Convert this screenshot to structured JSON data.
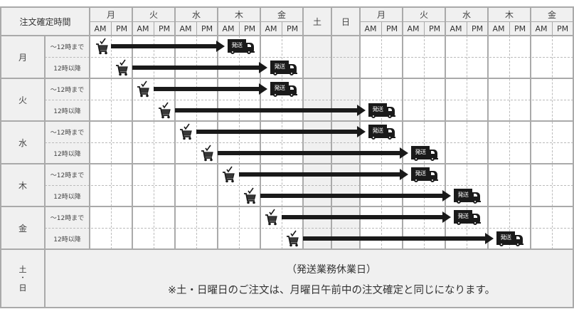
{
  "header": {
    "corner_label": "注文確定時間",
    "week1_days": [
      "月",
      "火",
      "水",
      "木",
      "金"
    ],
    "weekend_days": [
      "土",
      "日"
    ],
    "week2_days": [
      "月",
      "火",
      "水",
      "木",
      "金"
    ],
    "am": "AM",
    "pm": "PM"
  },
  "rows": [
    {
      "day": "月",
      "slots": [
        "〜12時まで",
        "12時以降"
      ]
    },
    {
      "day": "火",
      "slots": [
        "〜12時まで",
        "12時以降"
      ]
    },
    {
      "day": "水",
      "slots": [
        "〜12時まで",
        "12時以降"
      ]
    },
    {
      "day": "木",
      "slots": [
        "〜12時まで",
        "12時以降"
      ]
    },
    {
      "day": "金",
      "slots": [
        "〜12時まで",
        "12時以降"
      ]
    }
  ],
  "truck_label": "発送",
  "shipments": [
    {
      "order": "月 〜12時まで",
      "ship": "木 AM"
    },
    {
      "order": "月 12時以降",
      "ship": "金 AM"
    },
    {
      "order": "火 〜12時まで",
      "ship": "金 AM"
    },
    {
      "order": "火 12時以降",
      "ship": "翌週 月 AM"
    },
    {
      "order": "水 〜12時まで",
      "ship": "翌週 月 AM"
    },
    {
      "order": "水 12時以降",
      "ship": "翌週 火 AM"
    },
    {
      "order": "木 〜12時まで",
      "ship": "翌週 火 AM"
    },
    {
      "order": "木 12時以降",
      "ship": "翌週 水 AM"
    },
    {
      "order": "金 〜12時まで",
      "ship": "翌週 水 AM"
    },
    {
      "order": "金 12時以降",
      "ship": "翌週 木 AM"
    }
  ],
  "footer": {
    "row_label_top": "土",
    "row_label_mid": "・",
    "row_label_bottom": "日",
    "line1": "（発送業務休業日）",
    "line2": "※土・日曜日のご注文は、月曜日午前中の注文確定と同じになります。"
  },
  "colors": {
    "header_bg": "#f0f0f0",
    "grid_line": "#aaaaaa",
    "arrow": "#1a1a1a"
  }
}
